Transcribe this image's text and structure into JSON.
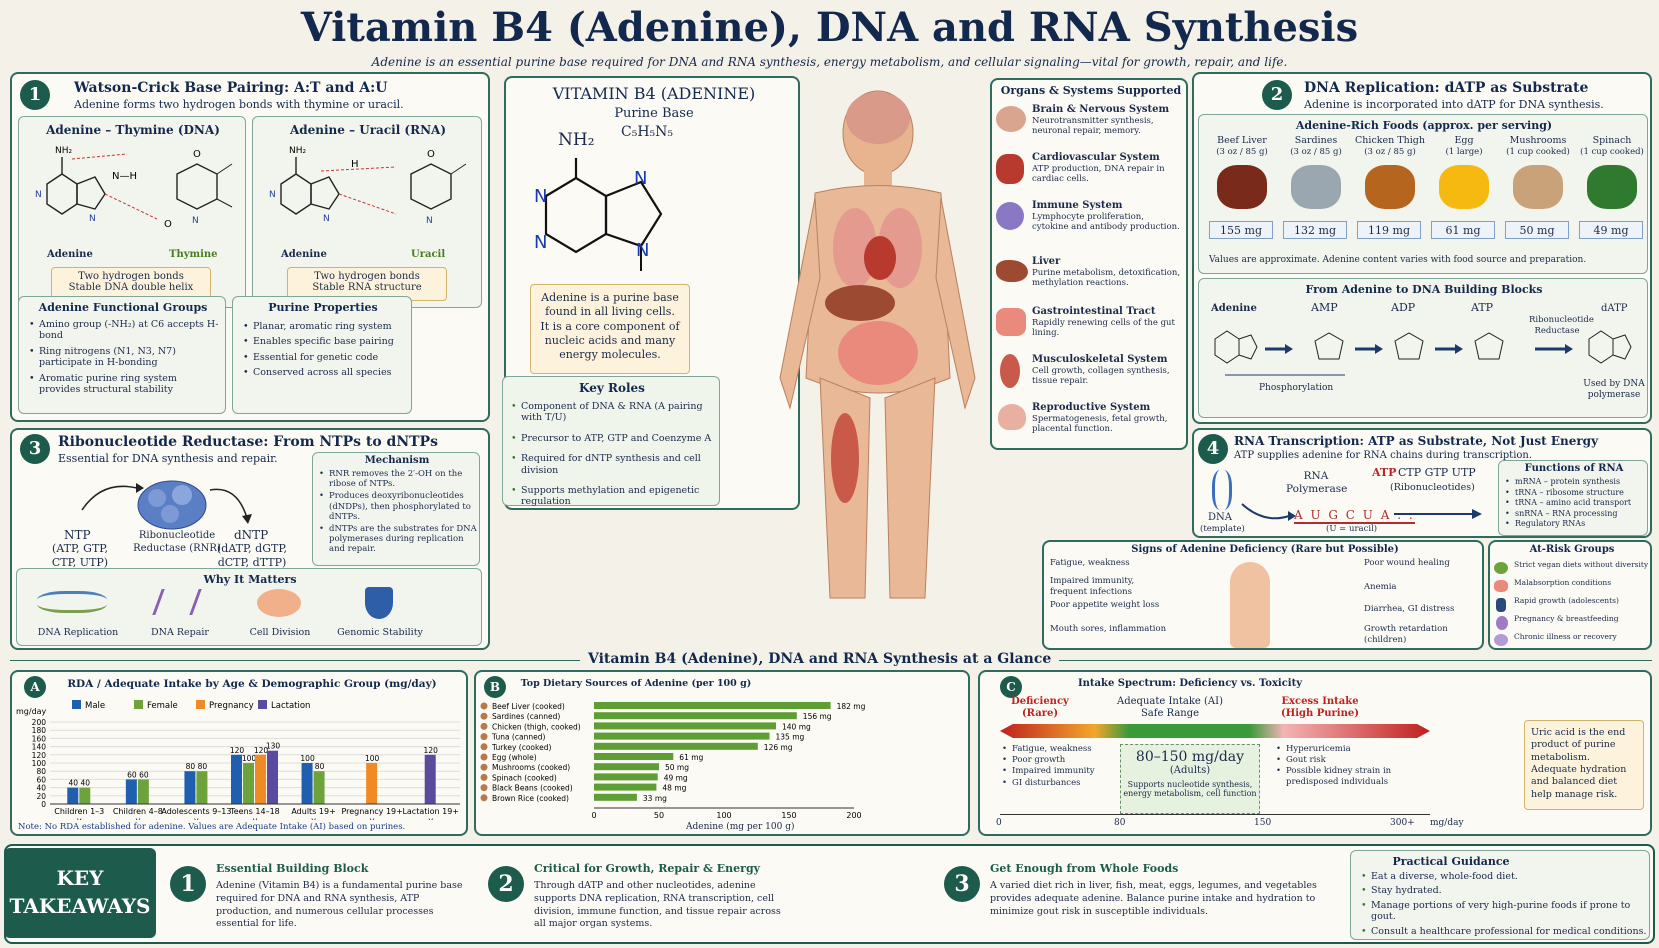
{
  "header": {
    "title": "Vitamin B4 (Adenine), DNA and RNA Synthesis",
    "subtitle": "Adenine is an essential purine base required for DNA and RNA synthesis, energy metabolism, and cellular signaling—vital for growth, repair, and life."
  },
  "p1": {
    "num": "1",
    "title": "Watson-Crick Base Pairing: A:T and A:U",
    "subtitle": "Adenine forms two hydrogen bonds with thymine or uracil.",
    "at": {
      "title": "Adenine – Thymine (DNA)",
      "left": "Adenine",
      "right": "Thymine",
      "note1": "Two hydrogen bonds",
      "note2": "Stable DNA double helix"
    },
    "au": {
      "title": "Adenine – Uracil (RNA)",
      "left": "Adenine",
      "right": "Uracil",
      "note1": "Two hydrogen bonds",
      "note2": "Stable RNA structure"
    },
    "fg": {
      "title": "Adenine Functional Groups",
      "items": [
        "Amino group (-NH₂) at C6 accepts H-bond",
        "Ring nitrogens (N1, N3, N7) participate in H-bonding",
        "Aromatic purine ring system provides structural stability"
      ]
    },
    "pp": {
      "title": "Purine Properties",
      "items": [
        "Planar, aromatic ring system",
        "Enables specific base pairing",
        "Essential for genetic code",
        "Conserved across all species"
      ]
    }
  },
  "center": {
    "title": "VITAMIN B4 (ADENINE)",
    "base": "Purine Base",
    "formula": "C₅H₅N₅",
    "nh2": "NH₂",
    "desc": "Adenine is a purine base found in all living cells. It is a core component of nucleic acids and many energy molecules.",
    "roles_title": "Key Roles",
    "roles": [
      "Component of DNA & RNA (A pairing with T/U)",
      "Precursor to ATP, GTP and Coenzyme A",
      "Required for dNTP synthesis and cell division",
      "Supports methylation and epigenetic regulation"
    ]
  },
  "organs": {
    "title": "Organs & Systems Supported",
    "items": [
      {
        "name": "Brain & Nervous System",
        "desc": "Neurotransmitter synthesis, neuronal repair, memory."
      },
      {
        "name": "Cardiovascular System",
        "desc": "ATP production, DNA repair in cardiac cells."
      },
      {
        "name": "Immune System",
        "desc": "Lymphocyte proliferation, cytokine and antibody production."
      },
      {
        "name": "Liver",
        "desc": "Purine metabolism, detoxification, methylation reactions."
      },
      {
        "name": "Gastrointestinal Tract",
        "desc": "Rapidly renewing cells of the gut lining."
      },
      {
        "name": "Musculoskeletal System",
        "desc": "Cell growth, collagen synthesis, tissue repair."
      },
      {
        "name": "Reproductive System",
        "desc": "Spermatogenesis, fetal growth, placental function."
      }
    ]
  },
  "p2": {
    "num": "2",
    "title": "DNA Replication: dATP as Substrate",
    "subtitle": "Adenine is incorporated into dATP for DNA synthesis.",
    "foods_title": "Adenine-Rich Foods (approx. per serving)",
    "foods": [
      {
        "name": "Beef Liver",
        "serving": "(3 oz / 85 g)",
        "value": "155 mg"
      },
      {
        "name": "Sardines",
        "serving": "(3 oz / 85 g)",
        "value": "132 mg"
      },
      {
        "name": "Chicken Thigh",
        "serving": "(3 oz / 85 g)",
        "value": "119 mg"
      },
      {
        "name": "Egg",
        "serving": "(1 large)",
        "value": "61 mg"
      },
      {
        "name": "Mushrooms",
        "serving": "(1 cup cooked)",
        "value": "50 mg"
      },
      {
        "name": "Spinach",
        "serving": "(1 cup cooked)",
        "value": "49 mg"
      }
    ],
    "foods_note": "Values are approximate. Adenine content varies with food source and preparation.",
    "path_title": "From Adenine to DNA Building Blocks",
    "path": {
      "adenine": "Adenine",
      "amp": "AMP",
      "adp": "ADP",
      "atp": "ATP",
      "dATP": "dATP",
      "rr": "Ribonucleotide Reductase",
      "phos": "Phosphorylation",
      "used": "Used by DNA polymerase"
    }
  },
  "p3": {
    "num": "3",
    "title": "Ribonucleotide Reductase: From NTPs to dNTPs",
    "subtitle": "Essential for DNA synthesis and repair.",
    "ntp": "NTP",
    "ntp_list": "(ATP, GTP, CTP, UTP)",
    "enzyme": "Ribonucleotide Reductase (RNR)",
    "dntp": "dNTP",
    "dntp_list": "(dATP, dGTP, dCTP, dTTP)",
    "mech_title": "Mechanism",
    "mech": [
      "RNR removes the 2′-OH on the ribose of NTPs.",
      "Produces deoxyribonucleotides (dNDPs), then phosphorylated to dNTPs.",
      "dNTPs are the substrates for DNA polymerases during replication and repair."
    ],
    "why_title": "Why It Matters",
    "why": [
      "DNA Replication",
      "DNA Repair",
      "Cell Division",
      "Genomic Stability"
    ]
  },
  "p4": {
    "num": "4",
    "title": "RNA Transcription: ATP as Substrate, Not Just Energy",
    "subtitle": "ATP supplies adenine for RNA chains during transcription.",
    "rnapol": "RNA Polymerase",
    "dna": "DNA",
    "template": "(template)",
    "ntps_red": "ATP",
    "ntps_rest": "CTP GTP UTP",
    "ribo": "(Ribonucleotides)",
    "strand": "A U G C U A . .",
    "uracil": "(U = uracil)",
    "func_title": "Functions of RNA",
    "funcs": [
      "mRNA – protein synthesis",
      "tRNA – ribosome structure",
      "tRNA – amino acid transport",
      "snRNA – RNA processing",
      "Regulatory RNAs"
    ]
  },
  "def": {
    "title": "Signs of Adenine Deficiency (Rare but Possible)",
    "left": [
      "Fatigue, weakness",
      "Impaired immunity, frequent infections",
      "Poor appetite weight loss",
      "Mouth sores, inflammation"
    ],
    "right": [
      "Poor wound healing",
      "Anemia",
      "Diarrhea, GI distress",
      "Growth retardation (children)"
    ],
    "risk_title": "At-Risk Groups",
    "risk": [
      "Strict vegan diets without diversity",
      "Malabsorption conditions",
      "Rapid growth (adolescents)",
      "Pregnancy & breastfeeding",
      "Chronic illness or recovery"
    ]
  },
  "glance": {
    "title": "Vitamin B4 (Adenine), DNA and RNA Synthesis at a Glance"
  },
  "pa": {
    "letter": "A",
    "title": "RDA / Adequate Intake by Age & Demographic Group (mg/day)",
    "unit": "mg/day",
    "note": "Note: No RDA established for adenine. Values are Adequate Intake (AI) based on purines."
  },
  "pb": {
    "letter": "B",
    "title": "Top Dietary Sources of Adenine (per 100 g)",
    "xlabel": "Adenine (mg per 100 g)"
  },
  "pc": {
    "letter": "C",
    "title": "Intake Spectrum: Deficiency vs. Toxicity",
    "def_label": "Deficiency",
    "def_sub": "(Rare)",
    "ai_label": "Adequate Intake (AI)",
    "ai_sub": "Safe Range",
    "ex_label": "Excess Intake",
    "ex_sub": "(High Purine)",
    "def_items": [
      "Fatigue, weakness",
      "Poor growth",
      "Impaired immunity",
      "GI disturbances"
    ],
    "range": "80–150 mg/day",
    "range_sub": "(Adults)",
    "range_desc": "Supports nucleotide synthesis, energy metabolism, cell function",
    "ex_items": [
      "Hyperuricemia",
      "Gout risk",
      "Possible kidney strain in predisposed individuals"
    ],
    "note": "Uric acid is the end product of purine metabolism. Adequate hydration and balanced diet help manage risk.",
    "ticks": [
      "0",
      "80",
      "150",
      "300+",
      "mg/day"
    ]
  },
  "kt": {
    "label1": "KEY",
    "label2": "TAKEAWAYS",
    "items": [
      {
        "num": "1",
        "title": "Essential Building Block",
        "text": "Adenine (Vitamin B4) is a fundamental purine base required for DNA and RNA synthesis, ATP production, and numerous cellular processes essential for life."
      },
      {
        "num": "2",
        "title": "Critical for Growth, Repair & Energy",
        "text": "Through dATP and other nucleotides, adenine supports DNA replication, RNA transcription, cell division, immune function, and tissue repair across all major organ systems."
      },
      {
        "num": "3",
        "title": "Get Enough from Whole Foods",
        "text": "A varied diet rich in liver, fish, meat, eggs, legumes, and vegetables provides adequate adenine. Balance purine intake and hydration to minimize gout risk in susceptible individuals."
      }
    ],
    "guide_title": "Practical Guidance",
    "guide": [
      "Eat a diverse, whole-food diet.",
      "Stay hydrated.",
      "Manage portions of very high-purine foods if prone to gout.",
      "Consult a healthcare professional for medical conditions."
    ]
  },
  "chart_data": [
    {
      "type": "bar",
      "title": "RDA / Adequate Intake by Age & Demographic Group (mg/day)",
      "ylabel": "mg/day",
      "ylim": [
        0,
        200
      ],
      "yticks": [
        0,
        20,
        40,
        60,
        80,
        100,
        120,
        140,
        160,
        180,
        200
      ],
      "categories": [
        "Children 1–3 y",
        "Children 4–8 y",
        "Adolescents 9–13 y",
        "Teens 14–18 y",
        "Adults 19+ y",
        "Pregnancy 19+ y",
        "Lactation 19+ y"
      ],
      "series": [
        {
          "name": "Male",
          "color": "#1f5fae",
          "values": [
            40,
            60,
            80,
            120,
            100,
            null,
            null
          ]
        },
        {
          "name": "Female",
          "color": "#6ea33c",
          "values": [
            40,
            60,
            80,
            100,
            80,
            null,
            null
          ]
        },
        {
          "name": "Pregnancy",
          "color": "#f08a24",
          "values": [
            null,
            null,
            null,
            120,
            null,
            100,
            null
          ]
        },
        {
          "name": "Lactation",
          "color": "#5b4a9e",
          "values": [
            null,
            null,
            null,
            130,
            null,
            null,
            120
          ]
        }
      ]
    },
    {
      "type": "bar",
      "orientation": "horizontal",
      "title": "Top Dietary Sources of Adenine (per 100 g)",
      "xlabel": "Adenine (mg per 100 g)",
      "xlim": [
        0,
        200
      ],
      "xticks": [
        0,
        50,
        100,
        150,
        200
      ],
      "categories": [
        "Beef Liver (cooked)",
        "Sardines (canned)",
        "Chicken (thigh, cooked)",
        "Tuna (canned)",
        "Turkey (cooked)",
        "Egg (whole)",
        "Mushrooms (cooked)",
        "Spinach (cooked)",
        "Black Beans (cooked)",
        "Brown Rice (cooked)"
      ],
      "values": [
        182,
        156,
        140,
        135,
        126,
        61,
        50,
        49,
        48,
        33
      ],
      "unit": "mg",
      "color": "#5f9e35"
    }
  ]
}
